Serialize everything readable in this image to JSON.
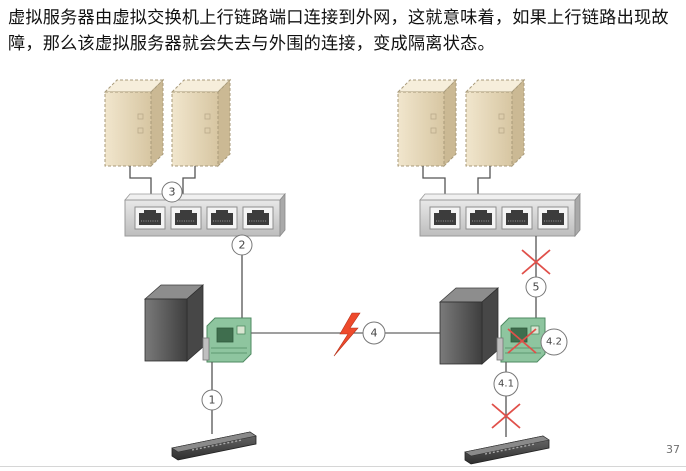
{
  "caption": "虚拟服务器由虚拟交换机上行链路端口连接到外网，这就意味着，如果上行链路出现故障，那么该虚拟服务器就会失去与外围的连接，变成隔离状态。",
  "page_number": "37",
  "callouts": {
    "left_server_switch": "3",
    "left_uplink": "2",
    "left_nic_to_switch": "1",
    "failure": "4",
    "right_uplink": "5",
    "right_nic": "4.2",
    "right_nic_link": "4.1"
  },
  "colors": {
    "server_fill": "#efe2c6",
    "switch_fill": "#d9d9d9",
    "host_fill": "#5b5b5b",
    "nic_fill": "#93c9a3",
    "failure_x": "#e0504a",
    "lightning": "#ee4a2c"
  },
  "icons": [
    "physical-server-icon",
    "network-switch-icon",
    "host-server-icon",
    "nic-card-icon",
    "lightning-icon",
    "failure-x-icon",
    "top-of-rack-switch-icon"
  ]
}
